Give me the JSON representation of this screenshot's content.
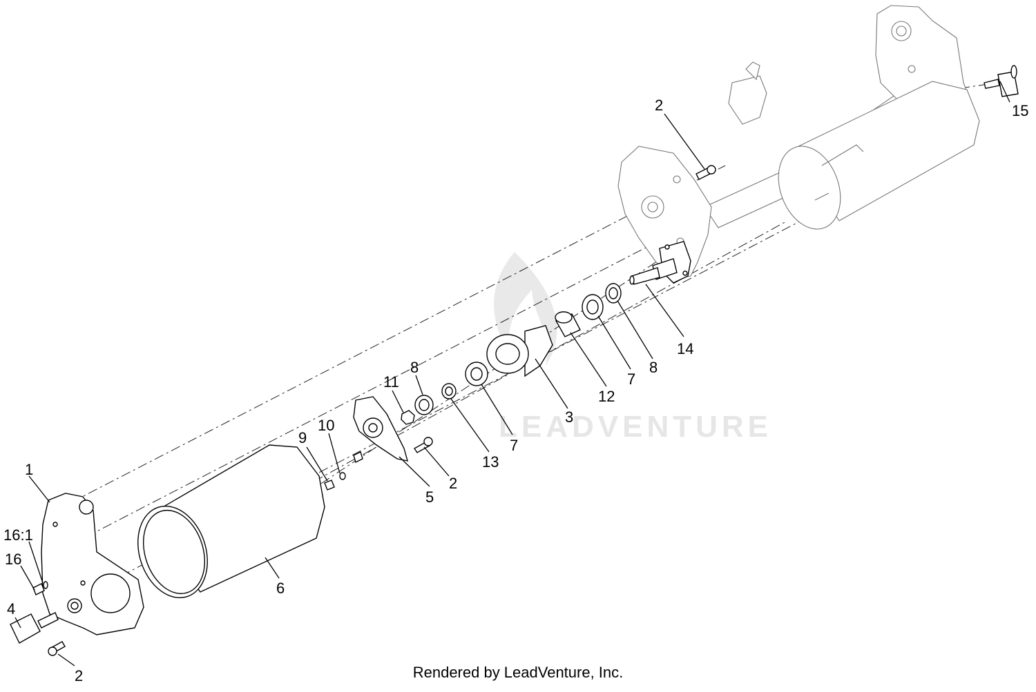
{
  "watermark": {
    "text": "LEADVENTURE",
    "icon": "flame-logo-icon"
  },
  "footer": {
    "text": "Rendered by LeadVenture, Inc."
  },
  "callouts": {
    "c1": "1",
    "c2a": "2",
    "c2b": "2",
    "c2c": "2",
    "c3": "3",
    "c4": "4",
    "c5": "5",
    "c6": "6",
    "c7a": "7",
    "c7b": "7",
    "c8a": "8",
    "c8b": "8",
    "c9": "9",
    "c10": "10",
    "c11": "11",
    "c12": "12",
    "c13": "13",
    "c14": "14",
    "c15": "15",
    "c16": "16",
    "c16_1": "16:1"
  }
}
